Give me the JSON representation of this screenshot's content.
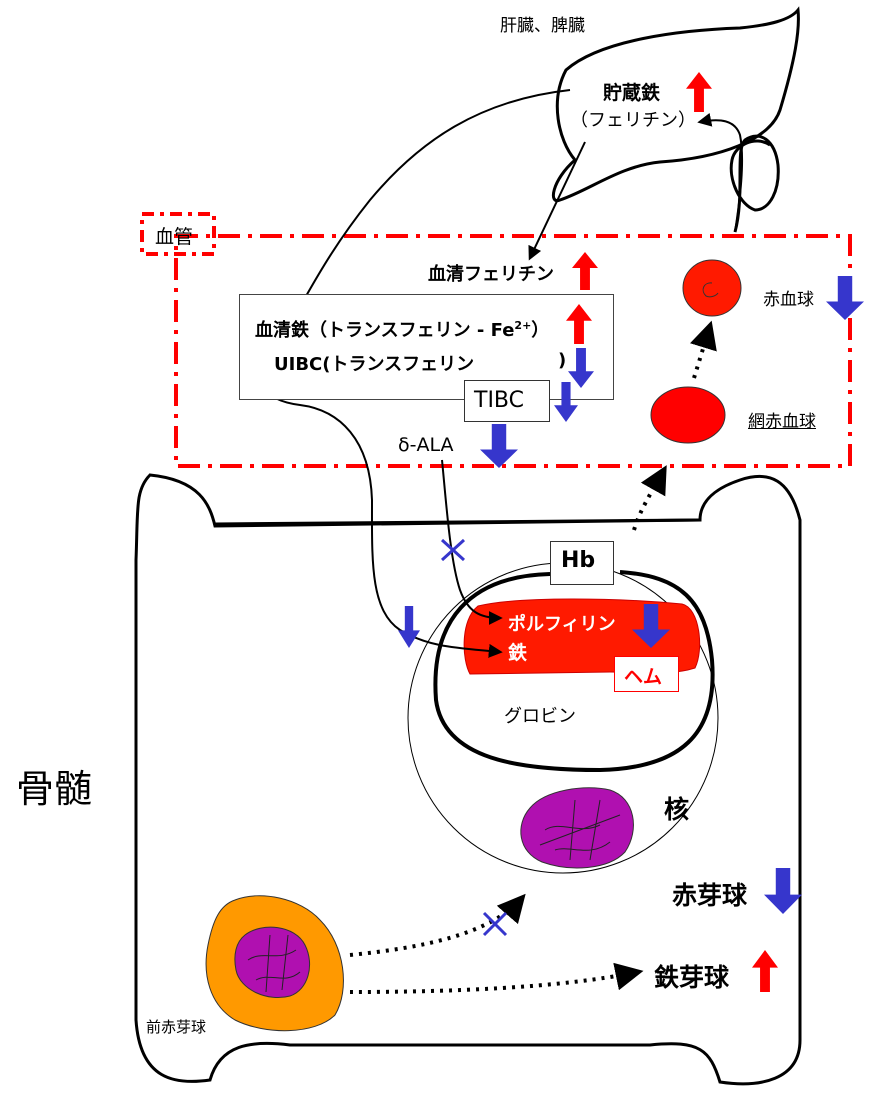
{
  "organ": {
    "liver_spleen": "肝臓、脾臓",
    "bone_marrow": "骨髄"
  },
  "storage": {
    "label": "貯蔵鉄",
    "sub": "（フェリチン）",
    "trend": "up"
  },
  "vessel": {
    "label": "血管",
    "serum_ferritin": "血清フェリチン",
    "serum_iron": "血清鉄（トランスフェリン - Fe",
    "serum_iron_sup": "2+",
    "serum_iron_close": "）",
    "uibc": "UIBC(トランスフェリン",
    "uibc_close": ")",
    "tibc": "TIBC",
    "ala": "δ-ALA"
  },
  "cells": {
    "rbc": "赤血球",
    "reticulocyte": "網赤血球",
    "hb": "Hb",
    "porphyrin": "ポルフィリン",
    "iron": "鉄",
    "heme": "ヘム",
    "globin": "グロビン",
    "nucleus": "核",
    "erythroblast": "赤芽球",
    "sideroblast": "鉄芽球",
    "proerythroblast": "前赤芽球"
  },
  "trends": {
    "storage_iron": "up",
    "serum_ferritin": "up",
    "serum_iron": "up",
    "uibc": "down",
    "tibc": "down",
    "ala": "down",
    "rbc": "down",
    "porphyrin": "down",
    "iron_entry": "down",
    "erythroblast": "down",
    "sideroblast": "up"
  },
  "colors": {
    "up": "#ff0000",
    "down": "#3636cc",
    "heme": "#ff0000",
    "nucleus": "#b010b0",
    "pro_cytoplasm": "#ff9900",
    "rbc_fill": "#ff1a00",
    "dash": "#ff0000"
  }
}
